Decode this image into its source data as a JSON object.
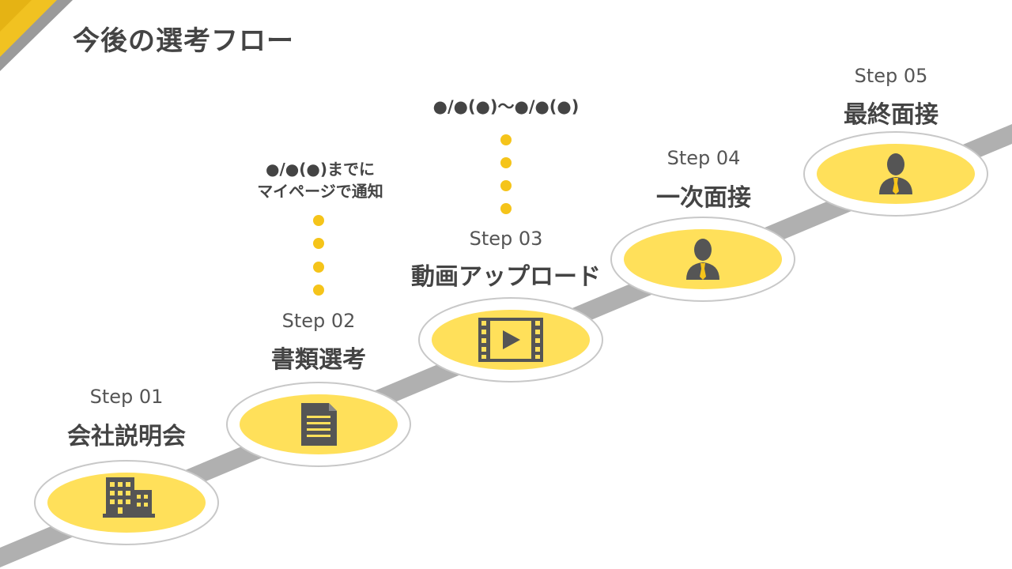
{
  "page_title": "今後の選考フロー",
  "colors": {
    "accent": "#f5c41a",
    "ellipse_fill": "#ffe05a",
    "road": "#b0b0b0",
    "icon": "#555555",
    "text": "#444444"
  },
  "steps": [
    {
      "label": "Step 01",
      "name": "会社説明会",
      "icon": "office-building-icon"
    },
    {
      "label": "Step 02",
      "name": "書類選考",
      "icon": "document-icon"
    },
    {
      "label": "Step 03",
      "name": "動画アップロード",
      "icon": "video-film-icon"
    },
    {
      "label": "Step 04",
      "name": "一次面接",
      "icon": "business-person-icon"
    },
    {
      "label": "Step 05",
      "name": "最終面接",
      "icon": "business-person-icon"
    }
  ],
  "notes": {
    "step02_line1": "●/●(●)までに",
    "step02_line2": "マイページで通知",
    "step03_period": "●/●(●)〜●/●(●)"
  }
}
